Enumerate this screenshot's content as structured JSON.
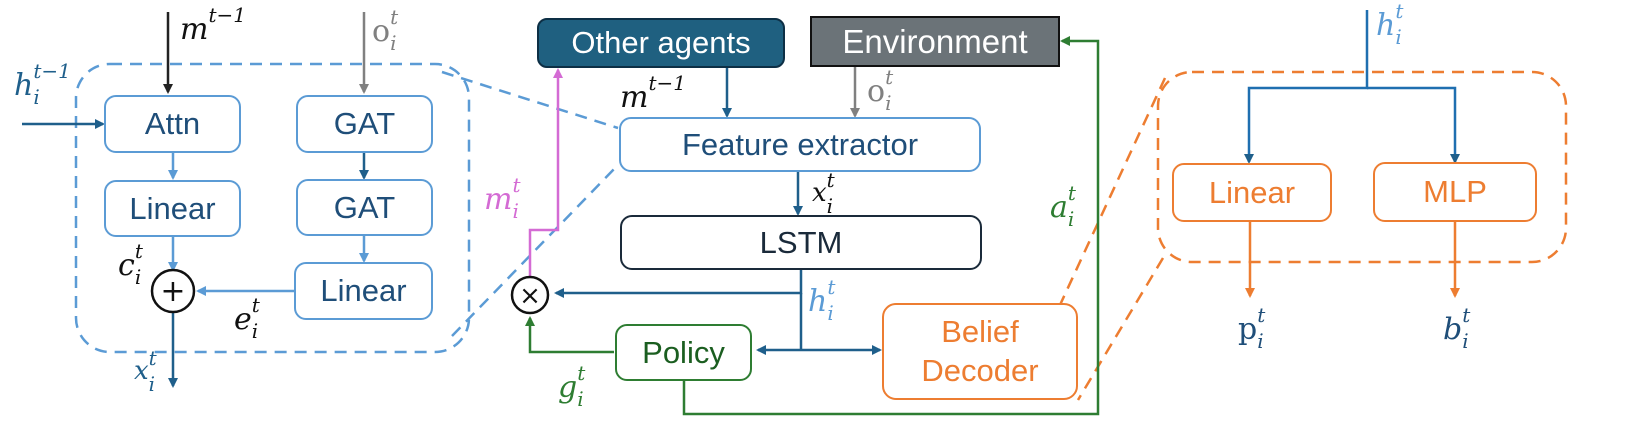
{
  "boxes": {
    "attn": "Attn",
    "gat1": "GAT",
    "linear_left1": "Linear",
    "gat2": "GAT",
    "linear_left2": "Linear",
    "other_agents": "Other agents",
    "environment": "Environment",
    "feature_extractor": "Feature extractor",
    "lstm": "LSTM",
    "policy": "Policy",
    "belief_decoder_line1": "Belief",
    "belief_decoder_line2": "Decoder",
    "linear_right": "Linear",
    "mlp": "MLP"
  },
  "labels": {
    "m_prev_left": {
      "base": "m",
      "sup": "t−1",
      "sub": ""
    },
    "o_left": {
      "base": "o",
      "sup": "t",
      "sub": "i"
    },
    "h_prev": {
      "base": "h",
      "sup": "t−1",
      "sub": "i"
    },
    "c": {
      "base": "c",
      "sup": "t",
      "sub": "i"
    },
    "e": {
      "base": "e",
      "sup": "t",
      "sub": "i"
    },
    "x_left": {
      "base": "x",
      "sup": "t",
      "sub": "i"
    },
    "m_curr": {
      "base": "m",
      "sup": "t",
      "sub": "i"
    },
    "m_prev_center": {
      "base": "m",
      "sup": "t−1",
      "sub": ""
    },
    "o_center": {
      "base": "o",
      "sup": "t",
      "sub": "i"
    },
    "x_center": {
      "base": "x",
      "sup": "t",
      "sub": "i"
    },
    "h_center": {
      "base": "h",
      "sup": "t",
      "sub": "i"
    },
    "g": {
      "base": "g",
      "sup": "t",
      "sub": "i"
    },
    "a": {
      "base": "a",
      "sup": "t",
      "sub": "i"
    },
    "h_right": {
      "base": "h",
      "sup": "t",
      "sub": "i"
    },
    "p": {
      "base": "p",
      "sup": "t",
      "sub": "i"
    },
    "b": {
      "base": "b",
      "sup": "t",
      "sub": "i"
    }
  },
  "operators": {
    "plus": "+",
    "times": "×"
  },
  "colors": {
    "blue_box": "#5b9bd5",
    "dark_blue_arrow": "#1f5f8b",
    "green": "#2e7d32",
    "orange": "#ed7d31",
    "magenta": "#d46bd4",
    "gray": "#808080",
    "teal_fill": "#1f6080",
    "gray_fill": "#6b7378"
  }
}
